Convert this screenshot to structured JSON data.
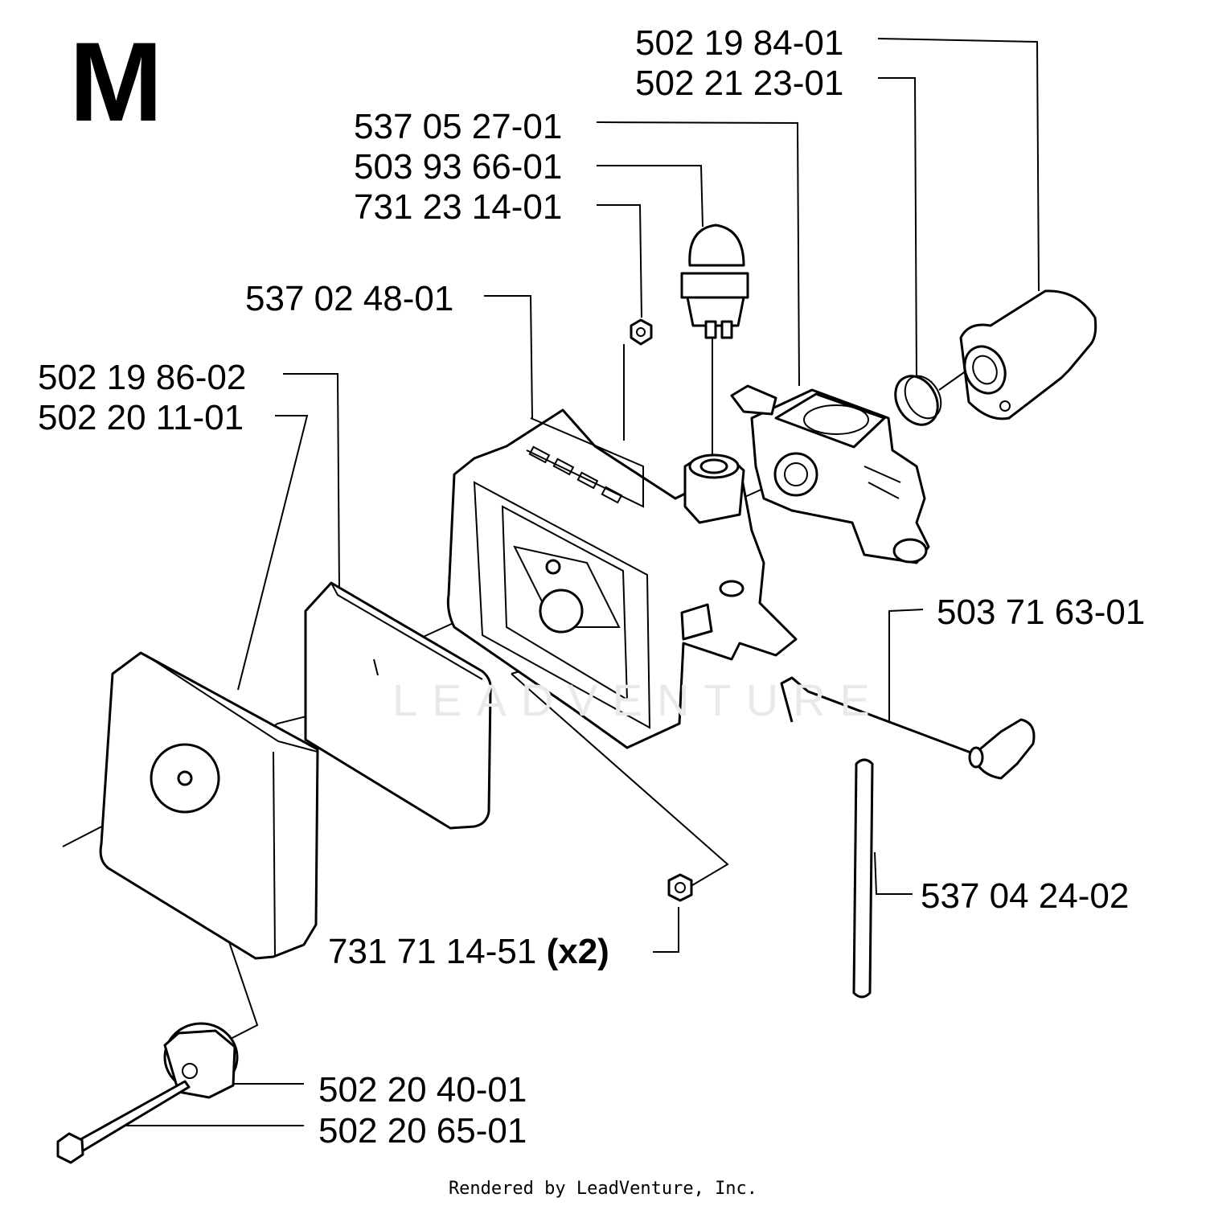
{
  "section_letter": "M",
  "watermark": "LEADVENTURE",
  "credit": "Rendered by LeadVenture, Inc.",
  "parts": {
    "intake_elbow": "502 19 84-01",
    "intake_ring": "502 21 23-01",
    "carburetor": "537 05 27-01",
    "primer_bulb": "503 93 66-01",
    "nut_small": "731 23 14-01",
    "air_filter_holder": "537 02 48-01",
    "filter_cover_a": "502 19 86-02",
    "filter_cover_b": "502 20 11-01",
    "choke_rod": "503 71 63-01",
    "fuel_hose": "537 04 24-02",
    "nut_x2": "731 71 14-51",
    "nut_x2_qty": "(x2)",
    "knob": "502 20 40-01",
    "screw": "502 20 65-01"
  }
}
